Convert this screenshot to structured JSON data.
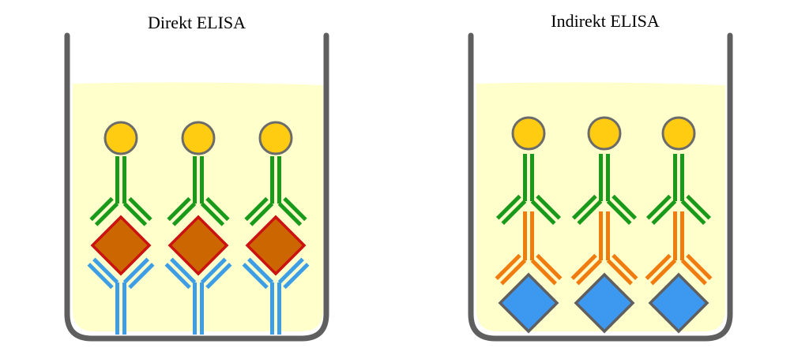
{
  "panels": [
    {
      "title": "Direkt ELISA",
      "type": "direct",
      "units": 3
    },
    {
      "title": "Indirekt ELISA",
      "type": "indirect",
      "units": 3
    }
  ],
  "colors": {
    "liquid": "#ffffcc",
    "well_wall": "#5f5f5f",
    "enzyme": "#ffcc11",
    "enzyme_outline": "#6b6b6b",
    "detection_antibody": "#1a9a1a",
    "primary_antibody": "#f07c10",
    "capture_antibody": "#3d9ee6",
    "antigen_direct": "#cc6600",
    "antigen_direct_outline": "#cc1111",
    "antigen_indirect": "#3d98f0",
    "antigen_indirect_outline": "#5f5f5f"
  }
}
